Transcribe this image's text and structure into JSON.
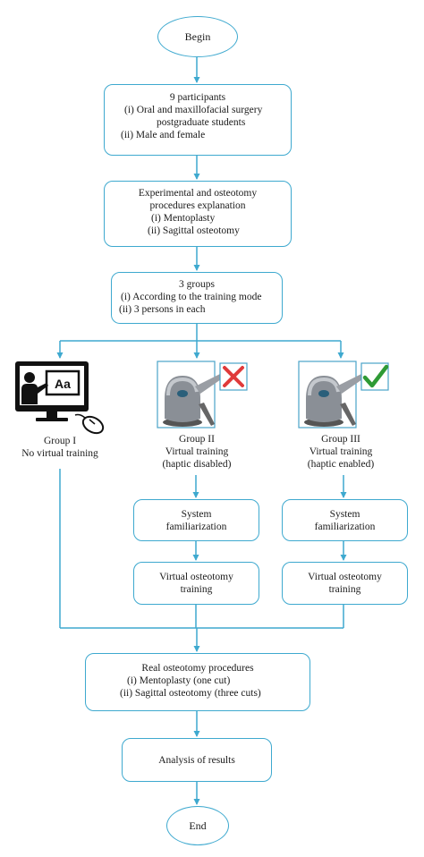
{
  "begin": "Begin",
  "participants": {
    "title": "9 participants",
    "item1a": "(i) Oral and maxillofacial surgery",
    "item1b": "postgraduate students",
    "item2": "(ii) Male and female"
  },
  "explanation": {
    "line1": "Experimental and osteotomy",
    "line2": "procedures explanation",
    "item1": "(i) Mentoplasty",
    "item2": "(ii) Sagittal osteotomy"
  },
  "groups": {
    "title": "3 groups",
    "item1": "(i) According to the training mode",
    "item2": "(ii) 3 persons in each"
  },
  "group1": {
    "name": "Group I",
    "desc": "No virtual training"
  },
  "group2": {
    "name": "Group II",
    "desc1": "Virtual training",
    "desc2": "(haptic disabled)"
  },
  "group3": {
    "name": "Group III",
    "desc1": "Virtual training",
    "desc2": "(haptic enabled)"
  },
  "familiarization": {
    "line1": "System",
    "line2": "familiarization"
  },
  "virtual_osteotomy": {
    "line1": "Virtual osteotomy",
    "line2": "training"
  },
  "real_procedures": {
    "title": "Real osteotomy procedures",
    "item1": "(i) Mentoplasty (one cut)",
    "item2": "(ii) Sagittal osteotomy (three cuts)"
  },
  "analysis": "Analysis of results",
  "end": "End",
  "icons": {
    "group1": "computer-teacher-icon",
    "group2": "haptic-device-cross-icon",
    "group3": "haptic-device-check-icon"
  },
  "colors": {
    "border": "#3ea9cf",
    "cross": "#e03a3a",
    "check": "#2e9a35"
  }
}
